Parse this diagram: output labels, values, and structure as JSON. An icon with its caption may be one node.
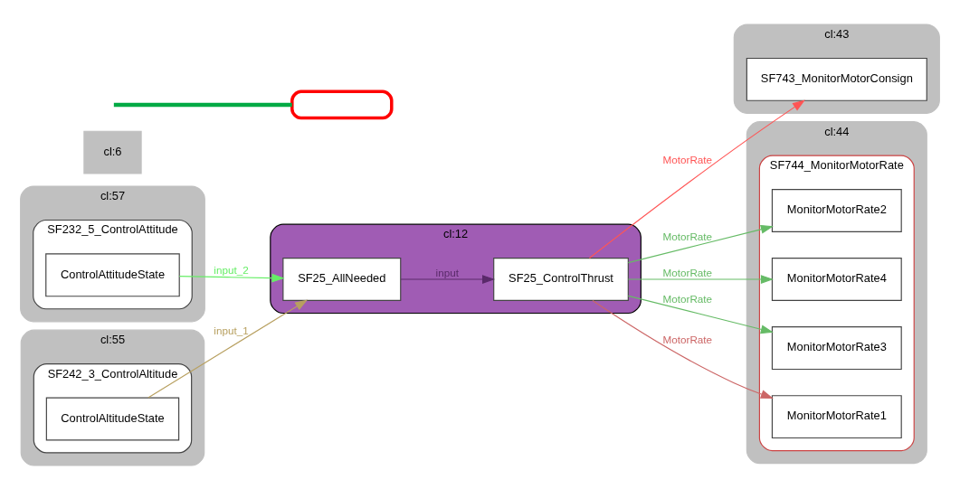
{
  "diagram": {
    "nodes": [
      {
        "text": [
          "cl:57"
        ]
      },
      {
        "text": [
          "SF232_5_ControlAttitude"
        ],
        "in": 0
      },
      {
        "text": [
          "ControlAttitudeState"
        ],
        "in": 1
      },
      {
        "text": [
          "cl:55"
        ]
      },
      {
        "text": [
          "SF242_3_ControlAltitude"
        ],
        "in": 3
      },
      {
        "text": [
          "ControlAltitudeState"
        ],
        "in": 4
      },
      {
        "text": [
          "cl:12"
        ]
      },
      {
        "text": [
          "SF25_AllNeeded"
        ],
        "in": 6
      },
      {
        "text": [
          "SF25_ControlThrust"
        ],
        "in": 6
      },
      {
        "text": [
          "cl:43"
        ]
      },
      {
        "text": [
          "SF743_MonitorMotorConsign"
        ],
        "in": 9
      },
      {
        "text": [
          "cl:44"
        ]
      },
      {
        "text": [
          "SF744_MonitorMotorRate"
        ],
        "in": 11
      },
      {
        "text": [
          "MonitorMotorRate2"
        ],
        "in": 12
      },
      {
        "text": [
          "MonitorMotorRate4"
        ],
        "in": 12
      },
      {
        "text": [
          "MonitorMotorRate3"
        ],
        "in": 12
      },
      {
        "text": [
          "MonitorMotorRate1"
        ],
        "in": 12
      },
      {
        "text": [
          "cl:6"
        ]
      },
      {
        "text": [],
        "shape": "box"
      }
    ],
    "edges": [
      {
        "from": 2,
        "to": 7,
        "arrow": "to",
        "label": "input_2",
        "color": "#66ee66"
      },
      {
        "from": 5,
        "to": 7,
        "arrow": "to",
        "label": "input_1",
        "color": "#b8a060"
      },
      {
        "from": 7,
        "to": 8,
        "arrow": "to",
        "label": "input",
        "color": "#5a2a6a"
      },
      {
        "from": 8,
        "to": 10,
        "arrow": "to",
        "label": "MotorRate",
        "color": "#ff5555"
      },
      {
        "from": 8,
        "to": 13,
        "arrow": "to",
        "label": "MotorRate",
        "color": "#66bb66"
      },
      {
        "from": 8,
        "to": 14,
        "arrow": "to",
        "label": "MotorRate",
        "color": "#66bb66"
      },
      {
        "from": 8,
        "to": 15,
        "arrow": "to",
        "label": "MotorRate",
        "color": "#66bb66"
      },
      {
        "from": 8,
        "to": 16,
        "arrow": "to",
        "label": "MotorRate",
        "color": "#cc6666"
      },
      {
        "from": null,
        "to": 18,
        "arrow": "none",
        "style": "thick",
        "color": "#00aa44"
      }
    ]
  }
}
